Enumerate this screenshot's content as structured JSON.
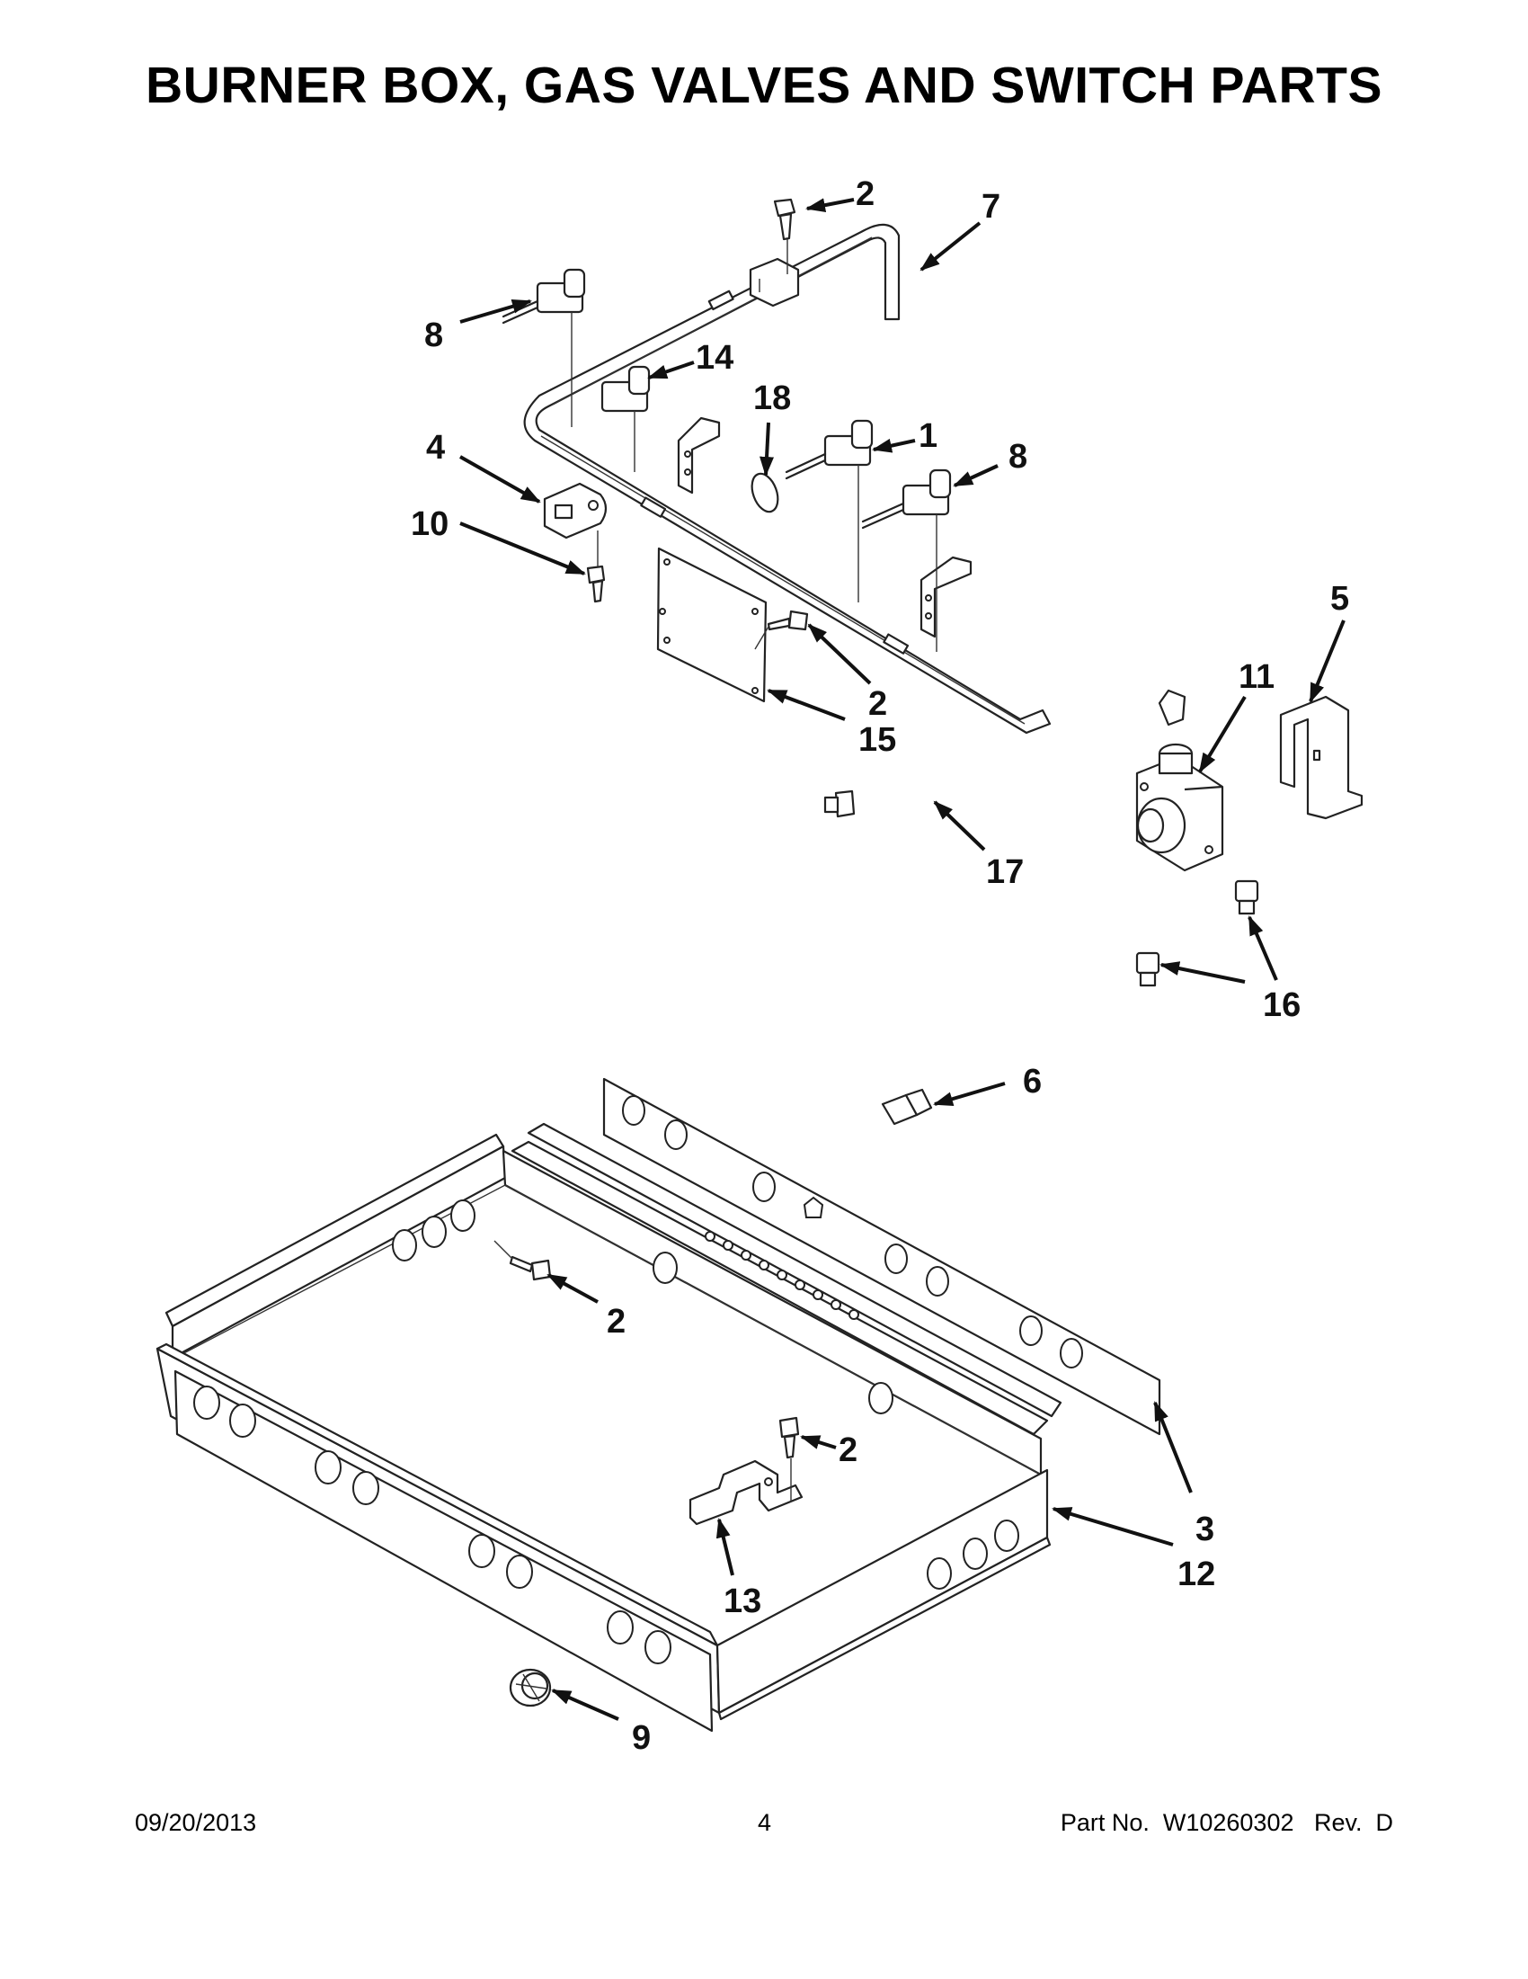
{
  "title": "BURNER BOX, GAS VALVES AND SWITCH PARTS",
  "callouts": {
    "c2a": "2",
    "c7": "7",
    "c8a": "8",
    "c14": "14",
    "c18": "18",
    "c1": "1",
    "c8b": "8",
    "c4": "4",
    "c10": "10",
    "c2b": "2",
    "c15": "15",
    "c5": "5",
    "c11": "11",
    "c17": "17",
    "c16": "16",
    "c6": "6",
    "c2c": "2",
    "c2d": "2",
    "c3": "3",
    "c12": "12",
    "c13": "13",
    "c9": "9"
  },
  "footer": {
    "date": "09/20/2013",
    "page": "4",
    "part_no": "Part No.  W10260302   Rev.  D"
  }
}
